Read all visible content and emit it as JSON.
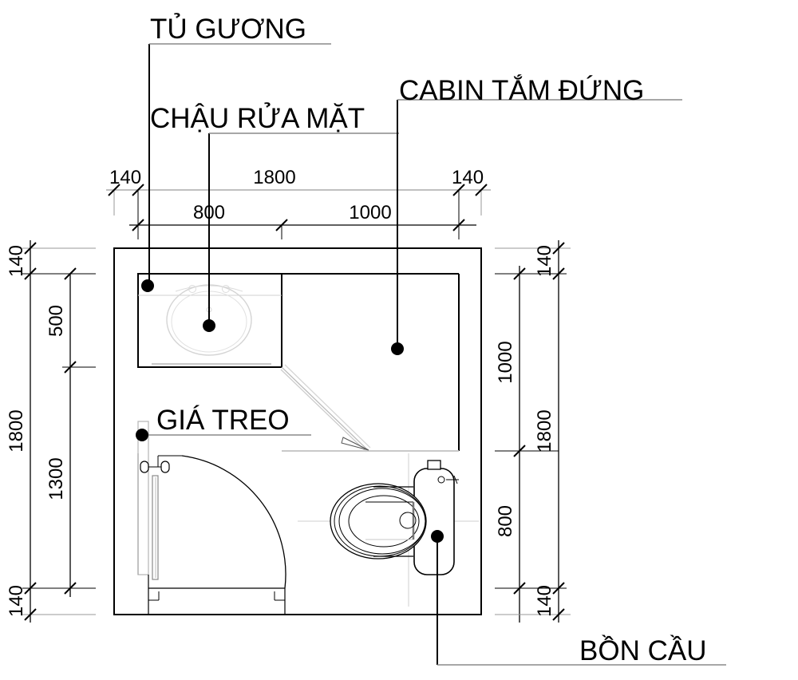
{
  "drawing": {
    "title": "Bathroom floor plan",
    "units": "mm",
    "line_color": "#000000",
    "thin_color": "#9a9a9a",
    "background": "#ffffff"
  },
  "callouts": [
    {
      "key": "mirror_cabinet",
      "label": "TỦ GƯƠNG",
      "name": "callout-tu-guong"
    },
    {
      "key": "washbasin",
      "label": "CHẬU RỬA MẶT",
      "name": "callout-chau-rua-mat"
    },
    {
      "key": "shower_cabin",
      "label": "CABIN TẮM ĐỨNG",
      "name": "callout-cabin-tam-dung"
    },
    {
      "key": "towel_rail",
      "label": "GIÁ TREO",
      "name": "callout-gia-treo"
    },
    {
      "key": "toilet",
      "label": "BỒN CẦU",
      "name": "callout-bon-cau"
    }
  ],
  "dimensions": {
    "top_outer": {
      "values": [
        "140",
        "1800",
        "140"
      ]
    },
    "top_inner": {
      "values": [
        "800",
        "1000"
      ]
    },
    "left_outer": {
      "values": [
        "140",
        "1800",
        "140"
      ]
    },
    "left_inner": {
      "values": [
        "500",
        "1300"
      ]
    },
    "right_inner": {
      "values": [
        "1000",
        "800"
      ]
    },
    "right_outer": {
      "values": [
        "140",
        "1800",
        "140"
      ]
    }
  },
  "dim_labels": {
    "top_outer_left": "140",
    "top_outer_mid": "1800",
    "top_outer_right": "140",
    "top_inner_left": "800",
    "top_inner_right": "1000",
    "left_outer_top": "140",
    "left_outer_mid": "1800",
    "left_outer_bottom": "140",
    "left_inner_top": "500",
    "left_inner_bottom": "1300",
    "right_inner_top": "1000",
    "right_inner_bottom": "800",
    "right_outer_top": "140",
    "right_outer_mid": "1800",
    "right_outer_bottom": "140"
  }
}
